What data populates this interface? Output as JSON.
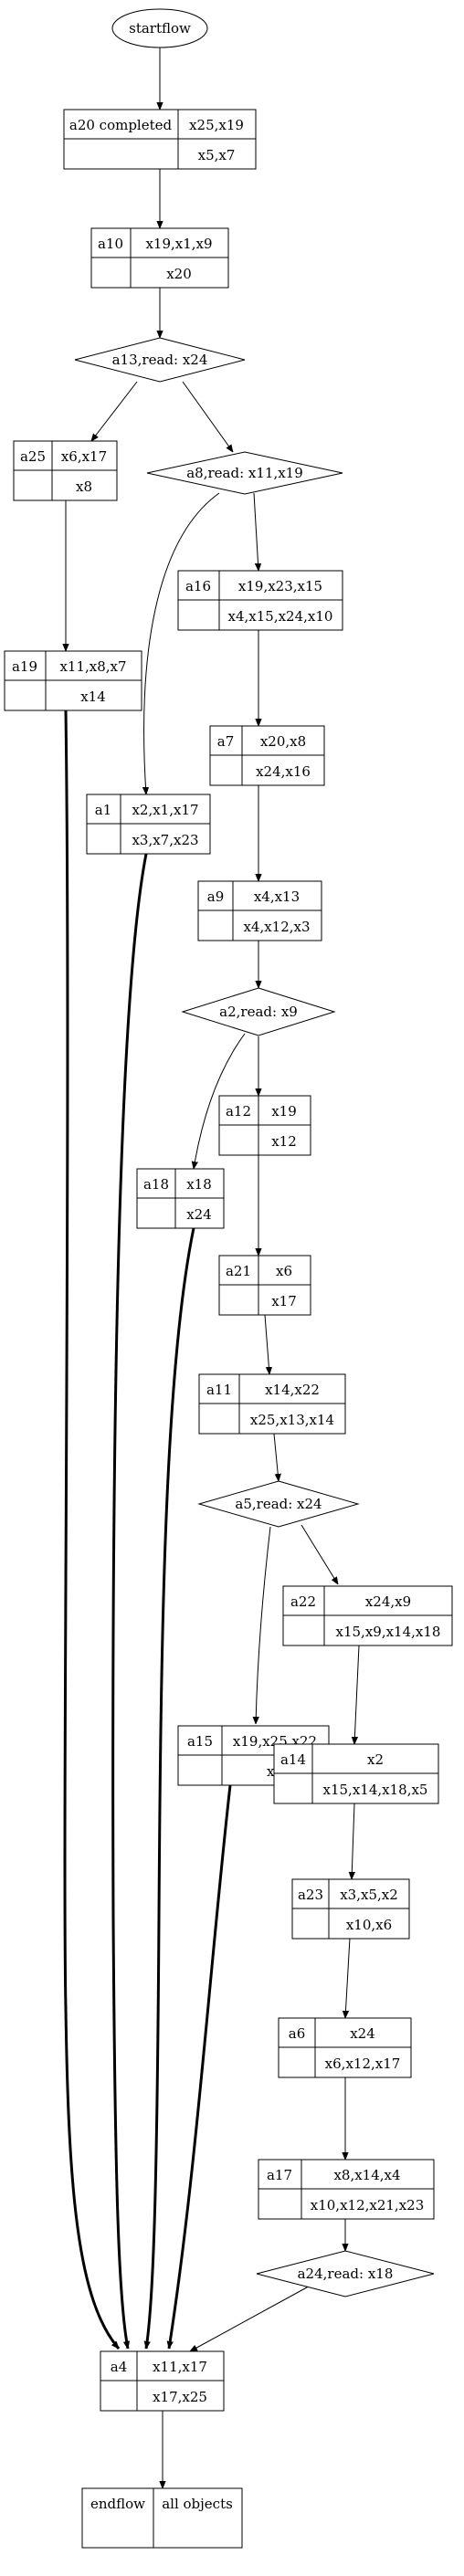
{
  "nodes": {
    "startflow": {
      "label": "startflow"
    },
    "a20": {
      "name": "a20 completed",
      "in": "x25,x19",
      "out": "x5,x7"
    },
    "a10": {
      "name": "a10",
      "in": "x19,x1,x9",
      "out": "x20"
    },
    "a13": {
      "label": "a13,read: x24"
    },
    "a25": {
      "name": "a25",
      "in": "x6,x17",
      "out": "x8"
    },
    "a8": {
      "label": "a8,read: x11,x19"
    },
    "a16": {
      "name": "a16",
      "in": "x19,x23,x15",
      "out": "x4,x15,x24,x10"
    },
    "a19": {
      "name": "a19",
      "in": "x11,x8,x7",
      "out": "x14"
    },
    "a7": {
      "name": "a7",
      "in": "x20,x8",
      "out": "x24,x16"
    },
    "a1": {
      "name": "a1",
      "in": "x2,x1,x17",
      "out": "x3,x7,x23"
    },
    "a9": {
      "name": "a9",
      "in": "x4,x13",
      "out": "x4,x12,x3"
    },
    "a2": {
      "label": "a2,read: x9"
    },
    "a12": {
      "name": "a12",
      "in": "x19",
      "out": "x12"
    },
    "a18": {
      "name": "a18",
      "in": "x18",
      "out": "x24"
    },
    "a21": {
      "name": "a21",
      "in": "x6",
      "out": "x17"
    },
    "a11": {
      "name": "a11",
      "in": "x14,x22",
      "out": "x25,x13,x14"
    },
    "a5": {
      "label": "a5,read: x24"
    },
    "a22": {
      "name": "a22",
      "in": "x24,x9",
      "out": "x15,x9,x14,x18"
    },
    "a15": {
      "name": "a15",
      "in": "x19,x25,x22",
      "out": "x8"
    },
    "a14": {
      "name": "a14",
      "in": "x2",
      "out": "x15,x14,x18,x5"
    },
    "a23": {
      "name": "a23",
      "in": "x3,x5,x2",
      "out": "x10,x6"
    },
    "a6": {
      "name": "a6",
      "in": "x24",
      "out": "x6,x12,x17"
    },
    "a17": {
      "name": "a17",
      "in": "x8,x14,x4",
      "out": "x10,x12,x21,x23"
    },
    "a24": {
      "label": "a24,read: x18"
    },
    "a4": {
      "name": "a4",
      "in": "x11,x17",
      "out": "x17,x25"
    },
    "endflow": {
      "name": "endflow",
      "in": "all objects"
    }
  }
}
